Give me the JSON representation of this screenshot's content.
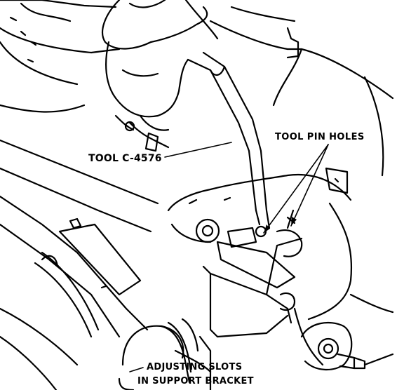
{
  "labels": {
    "tool": "TOOL C-4576",
    "pin_holes": "TOOL PIN HOLES",
    "adjusting_line1": "ADJUSTING SLOTS",
    "adjusting_line2": "IN SUPPORT BRACKET"
  },
  "colors": {
    "ink": "#000000",
    "paper": "#ffffff"
  }
}
